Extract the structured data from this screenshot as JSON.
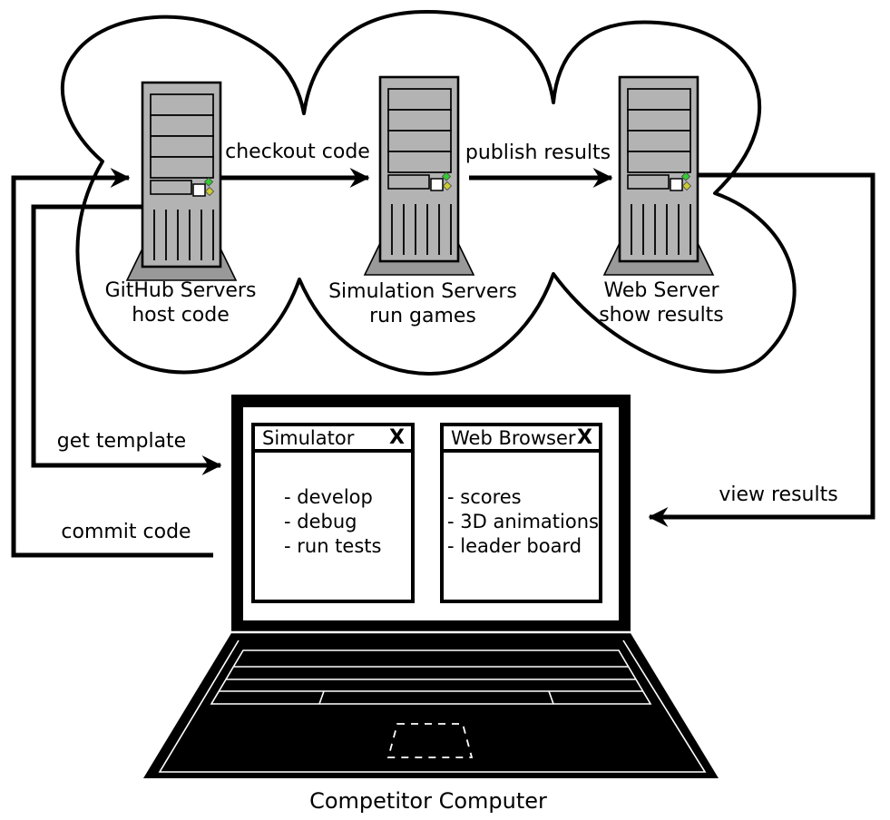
{
  "labels": {
    "checkout": "checkout code",
    "publish": "publish results",
    "get_template": "get template",
    "commit": "commit code",
    "view_results": "view results"
  },
  "servers": [
    {
      "name": "GitHub Servers",
      "role": "host code"
    },
    {
      "name": "Simulation Servers",
      "role": "run games"
    },
    {
      "name": "Web Server",
      "role": "show results"
    }
  ],
  "laptop": {
    "caption": "Competitor Computer",
    "windows": [
      {
        "title": "Simulator",
        "close": "X",
        "items": [
          "- develop",
          "- debug",
          "- run tests"
        ]
      },
      {
        "title": "Web Browser",
        "close": "X",
        "items": [
          "- scores",
          "- 3D animations",
          "- leader board"
        ]
      }
    ]
  },
  "colors": {
    "server_body": "#b3b3b3",
    "server_stand": "#999999",
    "led_green": "#33cc33",
    "led_yellow": "#cccc33",
    "line": "#000000"
  }
}
